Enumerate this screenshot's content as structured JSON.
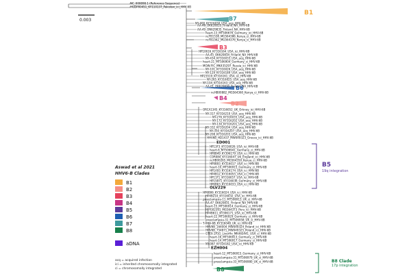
{
  "scale_bar": {
    "label": "0.003"
  },
  "legend": {
    "title_line1": "Aswad et al 2021",
    "title_line2": "HHV6-B Clades",
    "clades": [
      {
        "label": "B1",
        "color": "#f3a93b"
      },
      {
        "label": "B2",
        "color": "#f58e86"
      },
      {
        "label": "B3",
        "color": "#e5415c"
      },
      {
        "label": "B4",
        "color": "#c73585"
      },
      {
        "label": "B5",
        "color": "#5d3c9b"
      },
      {
        "label": "B6",
        "color": "#1e5eb1"
      },
      {
        "label": "B7",
        "color": "#3e9a9e"
      },
      {
        "label": "B8",
        "color": "#18804b"
      }
    ],
    "adna": {
      "label": "aDNA",
      "color": "#5a1fd6"
    },
    "notes": [
      "acq = acquired infection",
      "ici = inherited chromosomally integrated",
      "ci = chromosomally integrated"
    ]
  },
  "clade_labels": {
    "b1": {
      "label": "B1",
      "color": "#f3a93b"
    },
    "b7": {
      "label": "B7",
      "color": "#3e9a9e"
    },
    "b3": {
      "label": "B3",
      "color": "#e5415c"
    },
    "b6": {
      "label": "B6",
      "color": "#1e5eb1"
    },
    "b4": {
      "label": "B4",
      "color": "#c73585"
    },
    "b2": {
      "label": "B2",
      "color": "#f58e86"
    },
    "b5": {
      "label": "B5",
      "sub": "19q integration",
      "color": "#5d3c9b"
    },
    "b8_clade": {
      "label": "B8 Clade",
      "sub": "17p integration",
      "color": "#18804b"
    },
    "b8": {
      "label": "B8",
      "color": "#18804b"
    }
  },
  "tips": [
    {
      "label": "NC_000898.1 (Reference Sequence)",
      "color": "#111111"
    },
    {
      "label": "HGDP00451_KY110137_Pakistan_ici_HHV-6B",
      "color": "#111111"
    },
    {
      "label": "AA-46_OK620833_Finland_NA_HHV-6B",
      "color": "#111111"
    },
    {
      "label": "AA-49_ON629835_Finland_NA_HHV-6B",
      "color": "#111111"
    },
    {
      "label": "NY-400_KY316030_USA_acq_HHV-6B",
      "color": "#3e9a9e"
    },
    {
      "label": "heart-13_MT506676_Germany_ici_HHV-6B",
      "color": "#111111"
    },
    {
      "label": "ncFB1538_MG564386_Kenya_ci_HHV-6B",
      "color": "#111111"
    },
    {
      "label": "ncFB1562_MG564376_Kenya_ci_HHV-6B",
      "color": "#111111"
    },
    {
      "label": "HP10616_KY316164_USA_ici_HHV-6B",
      "color": "#111111"
    },
    {
      "label": "AA-45_OK620834_Finland_NA_HHV-6B",
      "color": "#111111"
    },
    {
      "label": "NY-434_KY316033_USA_acq_HHV-6B",
      "color": "#111111"
    },
    {
      "label": "heart-21_MT506904_Germany_ci_HHV-6B",
      "color": "#111111"
    },
    {
      "label": "MOW-FIC_MK435297_Russia_ici_HHV-6B",
      "color": "#111111"
    },
    {
      "label": "NY-101_KY316026_USA_acq_HHV-6B",
      "color": "#3e9a9e"
    },
    {
      "label": "NY-129_KY316189_USA_acq_HHV-6B",
      "color": "#3e9a9e"
    },
    {
      "label": "HP23519_KY316161_USA_ici_HHV-6B",
      "color": "#111111"
    },
    {
      "label": "NY-265_KY316025_USA_acq_HHV-6B",
      "color": "#3e9a9e"
    },
    {
      "label": "NY-104_KY316163_USA_acq_HHV-6B",
      "color": "#111111"
    },
    {
      "label": "AA-01_OK620830_Finland_NA_HHV-6B",
      "color": "#111111"
    },
    {
      "label": "ncHB00882_MG564360_Kenya_ci_HHV-6B",
      "color": "#111111"
    },
    {
      "label": "ORCA1345_KY316052_UK_Orkney_ici_HHV-6B",
      "color": "#111111"
    },
    {
      "label": "NY-317_KY316210_USA_acq_HHV-6B",
      "color": "#111111"
    },
    {
      "label": "NY-276_KY316035_USA_acq_HHV-6B",
      "color": "#3e9a9e"
    },
    {
      "label": "NY-172_KY316202_USA_acq_HHV-6B",
      "color": "#3e9a9e"
    },
    {
      "label": "NY-130_KY316201_USA_acq_HHV-6B",
      "color": "#3e9a9e"
    },
    {
      "label": "NY-332_KY316204_USA_acq_HHV-6B",
      "color": "#111111"
    },
    {
      "label": "NY-350_KY316207_USA_acq_HHV-6B",
      "color": "#3e9a9e"
    },
    {
      "label": "NY-208_KY316203_USA_acq_HHV-6B",
      "color": "#111111"
    },
    {
      "label": "HHV6B_HD1437_MW049323_Greece_ici_HHV-6B",
      "color": "#111111"
    },
    {
      "label": "ED001",
      "color": "#5a1fd6"
    },
    {
      "label": "HP13F3_KY316026_USA_ici_HHV-6B",
      "color": "#5d3c9b"
    },
    {
      "label": "heart-6_MT506941_Germany_ci_HHV-6B",
      "color": "#5d3c9b"
    },
    {
      "label": "HP8B49_KY396179_USA_ici_HHV-6B",
      "color": "#5d3c9b"
    },
    {
      "label": "COR084_KY316047_UK_England_ici_HHV-6B",
      "color": "#5d3c9b"
    },
    {
      "label": "ncHB00265_MG564350_Kenya_ci_HHV-6B",
      "color": "#5d3c9b"
    },
    {
      "label": "HP9B93_KY316017_USA_ici_HHV-6B",
      "color": "#5d3c9b"
    },
    {
      "label": "heart-10_MT506915_Germany_ci_HHV-6B",
      "color": "#5d3c9b"
    },
    {
      "label": "HP1A93_KY316174_USA_ici_HHV-6B",
      "color": "#5d3c9b"
    },
    {
      "label": "HP4B12_KY316055_USA_ici_HHV-6B",
      "color": "#5d3c9b"
    },
    {
      "label": "HP11F1_KY316057_USA_ici_HHV-6B",
      "color": "#5d3c9b"
    },
    {
      "label": "HP15B71_KY316036_Germany_ci_HHV-6B",
      "color": "#5d3c9b"
    },
    {
      "label": "HP6B63_KY316033_USA_ici_HHV-6B",
      "color": "#5d3c9b"
    },
    {
      "label": "OLV229",
      "color": "#5a1fd6"
    },
    {
      "label": "HP6B06_KY316024_USA_ici_HHV-6B",
      "color": "#111111"
    },
    {
      "label": "HP4B210_KY316032_USA_ici_HHV-6B",
      "color": "#111111"
    },
    {
      "label": "preeclampsia-11_MT506913_UK_ci_HHV-6B",
      "color": "#111111"
    },
    {
      "label": "AA-47_OK620831_Finland_NA_HHV-6B",
      "color": "#111111"
    },
    {
      "label": "heart-15_MT506914_Germany_ci_HHV-6B",
      "color": "#111111"
    },
    {
      "label": "HJPG02391_MG564373_Peru_ici_HHV-6B",
      "color": "#111111"
    },
    {
      "label": "HP4B611_KY396171_USA_ici_HHV-6B",
      "color": "#111111"
    },
    {
      "label": "heart-22_MT506929_Germany_ci_HHV-6B",
      "color": "#111111"
    },
    {
      "label": "preeclampsia-31_MT506958_UK_ci_HHV-6B",
      "color": "#111111"
    },
    {
      "label": "T-HHV-6B_KY316048_UK_ici_HHV-6B",
      "color": "#111111"
    },
    {
      "label": "HHV6B_164004_MW049324_Poland_ici_HHV-6B",
      "color": "#111111"
    },
    {
      "label": "HHV6B_754871_MW049325_Poland_ici_HHV-6B",
      "color": "#111111"
    },
    {
      "label": "GTEX-1P1G_LiverHx_MK465441_USA_ci_HHV-6B",
      "color": "#111111"
    },
    {
      "label": "heart-16_MT506913_Germany_ci_HHV-6B",
      "color": "#111111"
    },
    {
      "label": "heart-14_MT506917_Germany_ci_HHV-6B",
      "color": "#111111"
    },
    {
      "label": "NY-087_KY316182_USA_ici_HHV-6B",
      "color": "#111111"
    },
    {
      "label": "EZH004",
      "color": "#5a1fd6"
    },
    {
      "label": "heart-12_MT506915_Germany_ci_HHV-6B",
      "color": "#18804b"
    },
    {
      "label": "preeclampsia-31_MT506979_UK_ci_HHV-6B",
      "color": "#18804b"
    },
    {
      "label": "preeclampsia-33_MT506980_UK_ci_HHV-6B",
      "color": "#18804b"
    }
  ]
}
